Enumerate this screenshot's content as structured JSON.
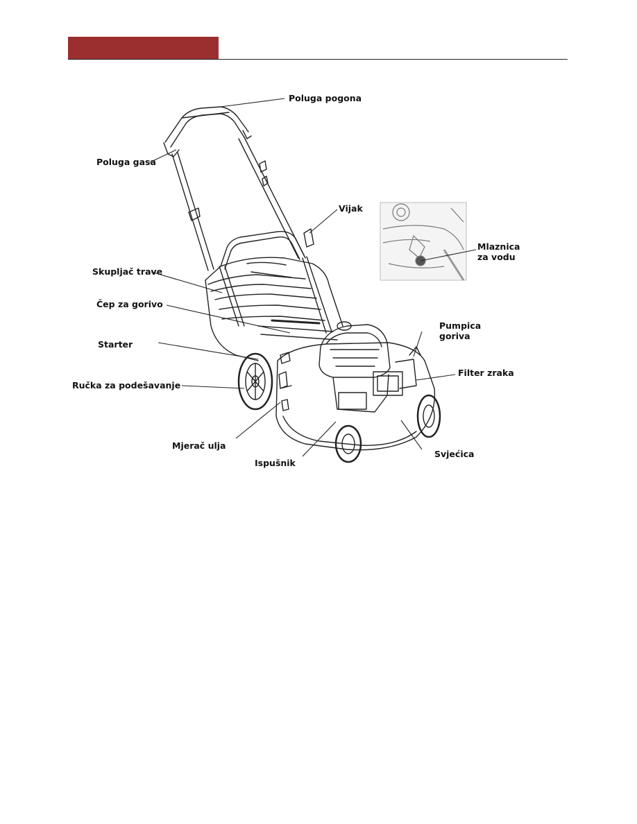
{
  "labels": {
    "poluga_pogona": "Poluga pogona",
    "poluga_gasa": "Poluga gasa",
    "vijak": "Vijak",
    "mlaznica": "Mlaznica\nza vodu",
    "skupljac": "Skupljač trave",
    "cep": "Čep za gorivo",
    "pumpica": "Pumpica\ngoriva",
    "starter": "Starter",
    "filter": "Filter zraka",
    "rucka": "Ručka za podešavanje",
    "mjerac": "Mjerač ulja",
    "ispusnik": "Ispušnik",
    "svjecica": "Svjećica"
  },
  "colors": {
    "header_bar": "#9b2f2f"
  }
}
